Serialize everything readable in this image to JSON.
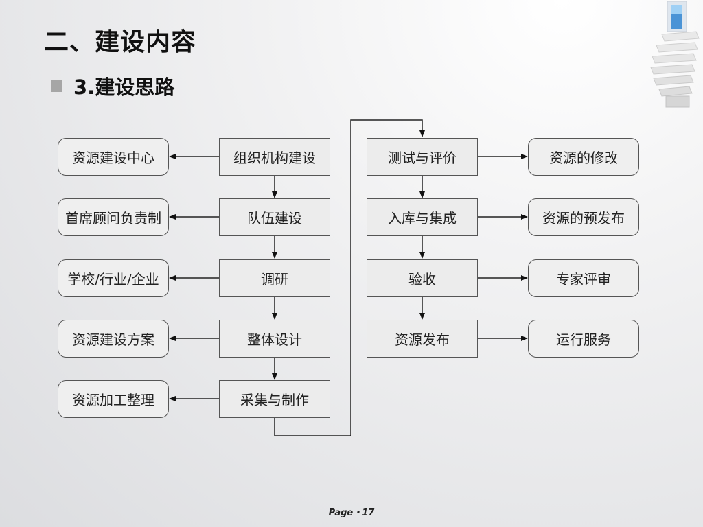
{
  "heading": "二、建设内容",
  "subheading": "3.建设思路",
  "left_column": [
    "资源建设中心",
    "首席顾问负责制",
    "学校/行业/企业",
    "资源建设方案",
    "资源加工整理"
  ],
  "middle_column": [
    "组织机构建设",
    "队伍建设",
    "调研",
    "整体设计",
    "采集与制作"
  ],
  "right_process": [
    "测试与评价",
    "入库与集成",
    "验收",
    "资源发布"
  ],
  "right_outputs": [
    "资源的修改",
    "资源的预发布",
    "专家评审",
    "运行服务"
  ],
  "footer": {
    "page_label": "Page・17"
  }
}
